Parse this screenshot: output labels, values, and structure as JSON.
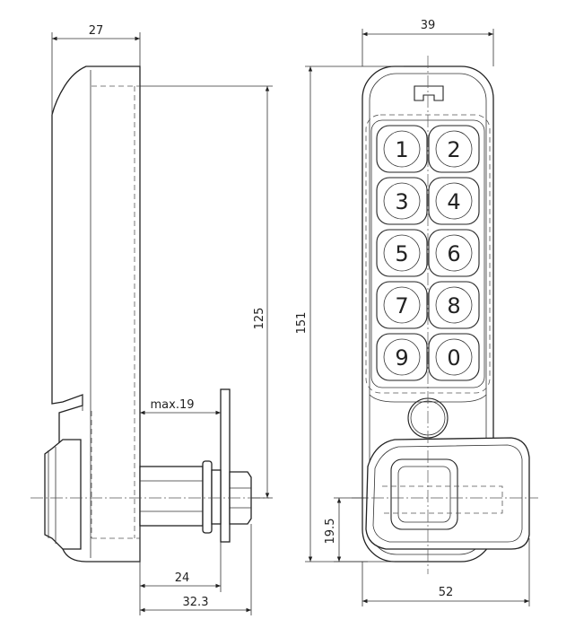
{
  "dimensions": {
    "side_depth": "27",
    "side_height": "125",
    "max_thickness": "max.19",
    "spindle_length": "24",
    "overall_depth": "32.3",
    "front_width": "39",
    "front_height": "151",
    "cam_offset": "19.5",
    "cam_width": "52"
  },
  "keypad": {
    "keys": [
      "1",
      "2",
      "3",
      "4",
      "5",
      "6",
      "7",
      "8",
      "9",
      "0"
    ]
  }
}
